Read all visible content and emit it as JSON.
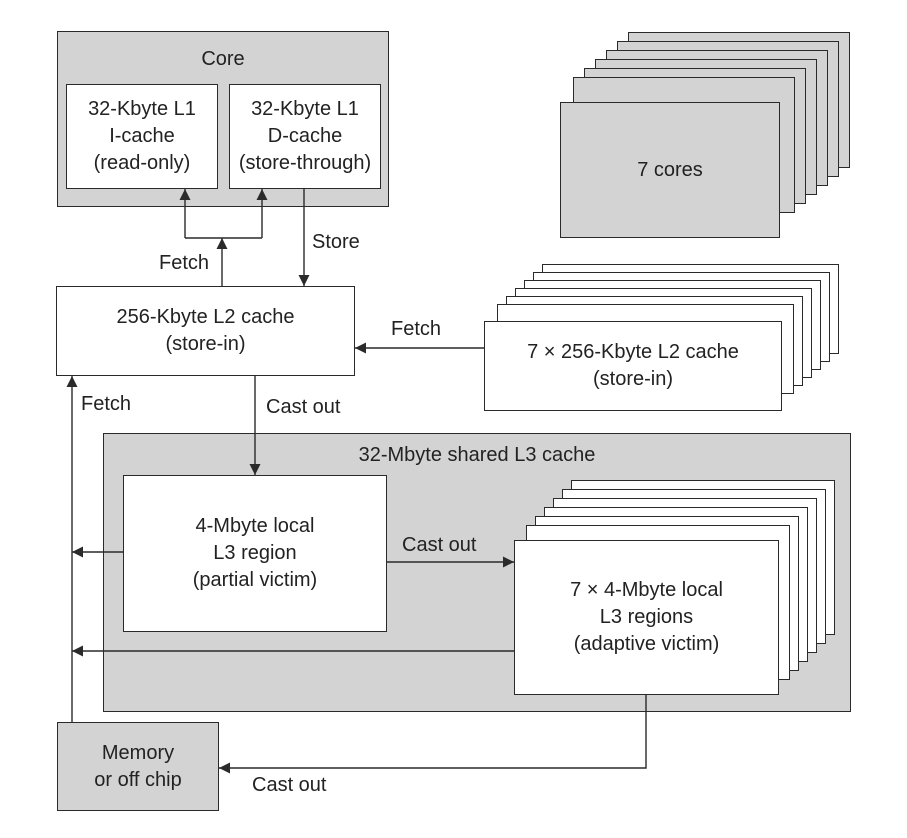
{
  "core": {
    "title": "Core",
    "l1_icache": "32-Kbyte L1\nI-cache\n(read-only)",
    "l1_dcache": "32-Kbyte L1\nD-cache\n(store-through)"
  },
  "other_cores": {
    "label": "7 cores"
  },
  "l2": {
    "label": "256-Kbyte L2 cache\n(store-in)"
  },
  "other_l2": {
    "label": "7 × 256-Kbyte L2 cache\n(store-in)"
  },
  "l3": {
    "title": "32-Mbyte shared L3 cache",
    "local": "4-Mbyte local\nL3 region\n(partial victim)",
    "others": "7 × 4-Mbyte local\nL3 regions\n(adaptive victim)"
  },
  "memory": {
    "label": "Memory\nor off chip"
  },
  "arrows": {
    "fetch_l1": "Fetch",
    "store": "Store",
    "fetch_l2_others": "Fetch",
    "fetch_memory": "Fetch",
    "castout_l2": "Cast out",
    "castout_l3": "Cast out",
    "castout_memory": "Cast out"
  },
  "colors": {
    "gray_fill": "#d3d3d3",
    "line": "#2a2a2a"
  }
}
